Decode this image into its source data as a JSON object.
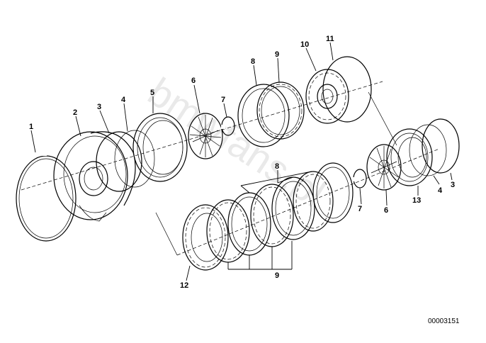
{
  "callouts": {
    "c1": "1",
    "c2": "2",
    "c3a": "3",
    "c4a": "4",
    "c5": "5",
    "c6a": "6",
    "c7a": "7",
    "c8a": "8",
    "c9a": "9",
    "c10": "10",
    "c11": "11",
    "c8b": "8",
    "c7b": "7",
    "c6b": "6",
    "c13": "13",
    "c4b": "4",
    "c3b": "3",
    "c9b": "9",
    "c12": "12"
  },
  "watermark": "bmwfans.pl",
  "reference_number": "00003151"
}
